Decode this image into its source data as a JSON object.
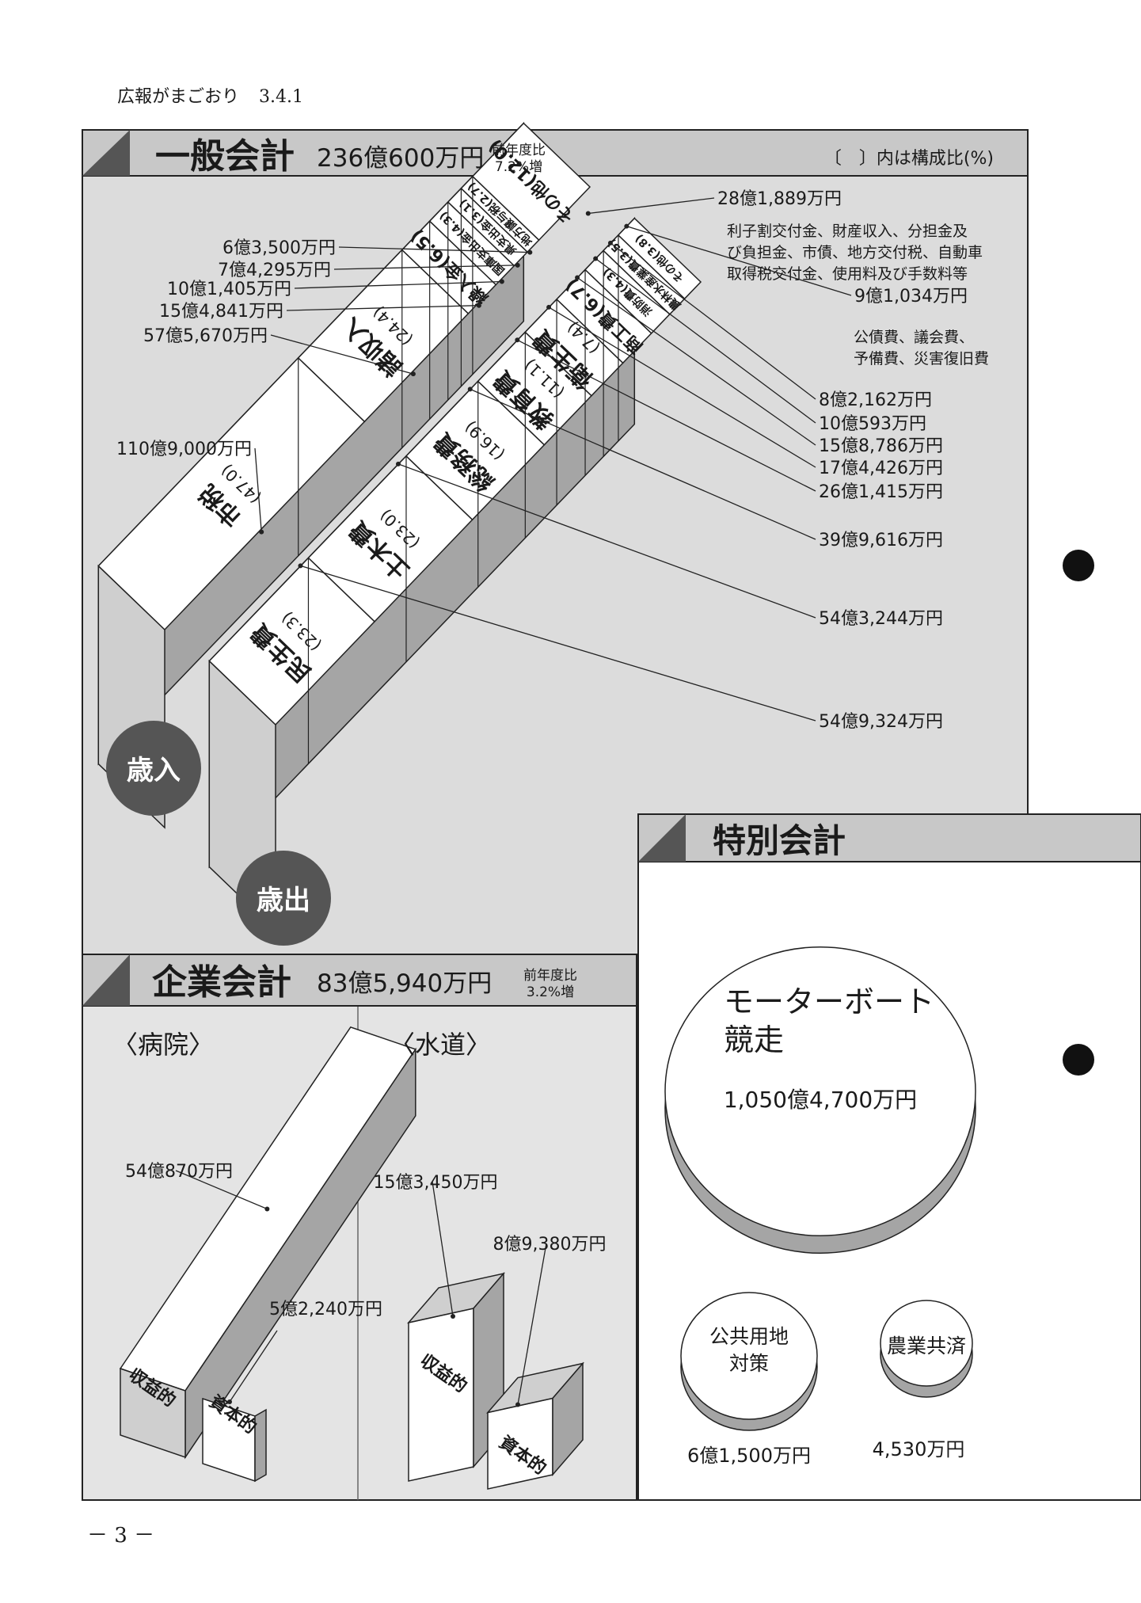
{
  "header": {
    "publication": "広報がまごおり",
    "date": "3.4.1"
  },
  "page_number": "－ 3 －",
  "general": {
    "title": "一般会計",
    "total": "236億600万円",
    "yoy_label": "前年度比",
    "yoy_value": "7.2%増",
    "note": "〔　〕内は構成比(%)"
  },
  "revenue_label": "歳入",
  "expense_label": "歳出",
  "revenue_note": [
    "利子割交付金、財産収入、分担金及",
    "び負担金、市債、地方交付税、自動車",
    "取得税交付金、使用料及び手数料等"
  ],
  "expense_note": [
    "公債費、議会費、",
    "予備費、災害復旧費"
  ],
  "enterprise": {
    "title": "企業会計",
    "total": "83億5,940万円",
    "yoy_label": "前年度比",
    "yoy_value": "3.2%増",
    "hospital_label": "〈病院〉",
    "water_label": "〈水道〉"
  },
  "special": {
    "title": "特別会計"
  },
  "chart_data": [
    {
      "type": "bar",
      "id": "revenue",
      "categories": [
        "市税",
        "諸収入",
        "繰入金",
        "国庫支出金",
        "県支出金",
        "地方譲与税",
        "その他"
      ],
      "ratios": [
        47.0,
        24.4,
        6.5,
        4.3,
        3.1,
        2.7,
        12.0
      ],
      "ratio_labels": [
        "(47.0)",
        "(24.4)",
        "(6.5)",
        "(4.3)",
        "(3.1)",
        "(2.7)",
        "(12.0)"
      ],
      "amount_labels": [
        "110億9,000万円",
        "57億5,670万円",
        "15億4,841万円",
        "10億1,405万円",
        "7億4,295万円",
        "6億3,500万円",
        "28億1,889万円"
      ]
    },
    {
      "type": "bar",
      "id": "expenditure",
      "categories": [
        "民生費",
        "土木費",
        "総務費",
        "教育費",
        "衛生費",
        "商工費",
        "消防費",
        "農林水産業費",
        "その他"
      ],
      "ratios": [
        23.3,
        23.0,
        16.9,
        11.1,
        7.4,
        6.7,
        4.3,
        3.5,
        3.8
      ],
      "ratio_labels": [
        "(23.3)",
        "(23.0)",
        "(16.9)",
        "(11.1)",
        "(7.4)",
        "(6.7)",
        "(4.3)",
        "(3.5)",
        "(3.8)"
      ],
      "amount_labels": [
        "54億9,324万円",
        "54億3,244万円",
        "39億9,616万円",
        "26億1,415万円",
        "17億4,426万円",
        "15億8,786万円",
        "10億593万円",
        "8億2,162万円",
        "9億1,034万円"
      ]
    },
    {
      "type": "bar",
      "id": "hospital",
      "categories": [
        "収益的",
        "資本的"
      ],
      "amount_labels": [
        "54億870万円",
        "5億2,240万円"
      ],
      "values": [
        540870,
        52240
      ]
    },
    {
      "type": "bar",
      "id": "water",
      "categories": [
        "収益的",
        "資本的"
      ],
      "amount_labels": [
        "15億3,450万円",
        "8億9,380万円"
      ],
      "values": [
        153450,
        89380
      ]
    },
    {
      "type": "bubble",
      "id": "special",
      "categories": [
        "モーターボート競走",
        "公共用地対策",
        "農業共済"
      ],
      "amount_labels": [
        "1,050億4,700万円",
        "6億1,500万円",
        "4,530万円"
      ],
      "values": [
        10504700,
        61500,
        4530
      ]
    }
  ],
  "colors": {
    "panel": "#dcdcdc",
    "shade": "#a5a5a5",
    "dark": "#555555",
    "line": "#222222"
  }
}
